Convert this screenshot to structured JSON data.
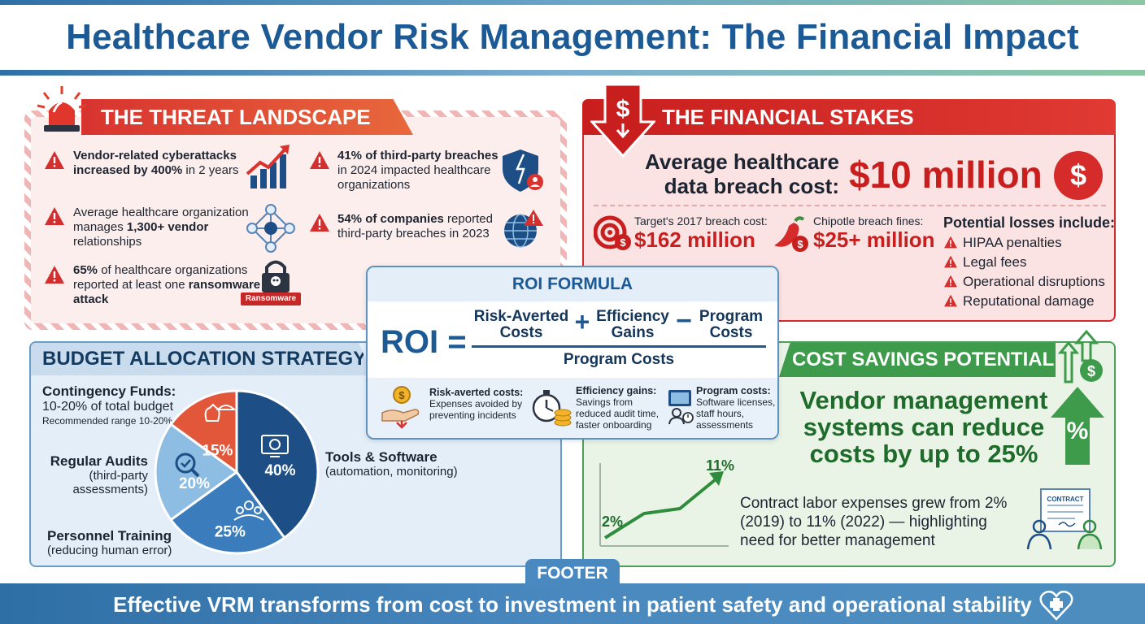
{
  "title": "Healthcare Vendor Risk Management: The Financial Impact",
  "threat": {
    "heading": "THE THREAT LANDSCAPE",
    "items": [
      {
        "bold": "Vendor-related cyberattacks increased by 400%",
        "rest": " in 2 years"
      },
      {
        "pre": "Average healthcare organization manages ",
        "bold": "1,300+ vendor",
        "rest": " relationships"
      },
      {
        "bold": "65%",
        "rest": " of healthcare organizations reported at least one ",
        "bold2": "ransomware attack"
      },
      {
        "bold": "41% of third-party breaches",
        "rest": " in 2024 impacted healthcare organizations"
      },
      {
        "bold": "54% of companies",
        "rest": " reported third-party breaches in 2023"
      }
    ],
    "ransomware_tag": "Ransomware"
  },
  "financial": {
    "heading": "THE FINANCIAL STAKES",
    "avg_label_1": "Average healthcare",
    "avg_label_2": "data breach cost:",
    "avg_value": "$10 million",
    "target_label": "Target's 2017 breach cost:",
    "target_value": "$162 million",
    "chipotle_label": "Chipotle breach fines:",
    "chipotle_value": "$25+ million",
    "losses_heading": "Potential losses include:",
    "losses": [
      "HIPAA penalties",
      "Legal fees",
      "Operational disruptions",
      "Reputational damage"
    ]
  },
  "roi": {
    "heading": "ROI FORMULA",
    "lhs": "ROI =",
    "term1_1": "Risk-Averted",
    "term1_2": "Costs",
    "plus": "+",
    "term2_1": "Efficiency",
    "term2_2": "Gains",
    "minus": "−",
    "term3_1": "Program",
    "term3_2": "Costs",
    "denominator": "Program Costs",
    "defs": [
      {
        "title": "Risk-averted costs:",
        "body": "Expenses avoided by preventing incidents"
      },
      {
        "title": "Efficiency gains:",
        "body": "Savings from reduced audit time, faster onboarding"
      },
      {
        "title": "Program costs:",
        "body": "Software licenses, staff hours, assessments"
      }
    ]
  },
  "budget": {
    "heading": "BUDGET ALLOCATION STRATEGY",
    "contingency_title": "Contingency Funds:",
    "contingency_sub": "10-20% of total budget",
    "contingency_note": "Recommended range 10-20%",
    "audits_title": "Regular Audits",
    "audits_sub1": "(third-party",
    "audits_sub2": "assessments)",
    "training_title": "Personnel Training",
    "training_sub": "(reducing human error)",
    "tools_title": "Tools & Software",
    "tools_sub": "(automation, monitoring)",
    "slices": [
      {
        "label": "40%",
        "value": 40,
        "color": "#1d4f86"
      },
      {
        "label": "25%",
        "value": 25,
        "color": "#3b7cbd"
      },
      {
        "label": "20%",
        "value": 20,
        "color": "#8dbde2"
      },
      {
        "label": "15%",
        "value": 15,
        "color": "#e2573a"
      }
    ]
  },
  "savings": {
    "heading": "COST SAVINGS POTENTIAL",
    "headline_1": "Vendor management",
    "headline_2": "systems can reduce",
    "headline_3": "costs by up to 25%",
    "percent_symbol": "%",
    "chart_start": "2%",
    "chart_end": "11%",
    "note_1": "Contract labor expenses grew from 2%",
    "note_2": "(2019) to 11% (2022) — highlighting",
    "note_3": "need for better management",
    "contract_label": "CONTRACT"
  },
  "footer": {
    "tab": "FOOTER",
    "text": "Effective VRM transforms from cost to investment in patient safety and operational stability"
  },
  "colors": {
    "title_blue": "#1c5a96",
    "threat_red": "#d8332f",
    "stakes_red": "#c81e1e",
    "savings_green": "#3f9b4c",
    "budget_blue": "#1d4f86"
  }
}
